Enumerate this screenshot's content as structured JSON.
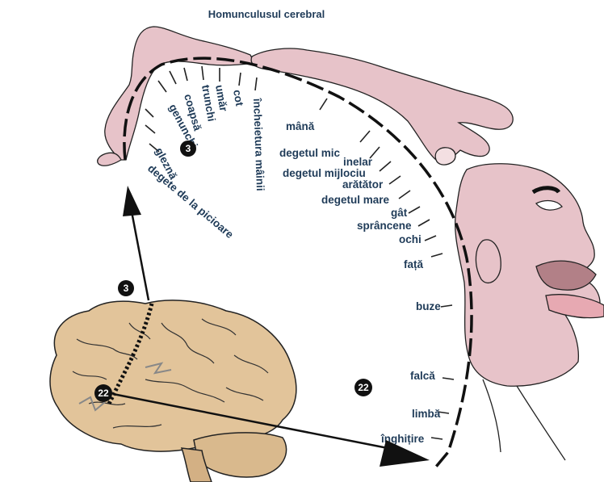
{
  "title": "Homunculusul cerebral",
  "labels": {
    "degete_picioare": "degete de la picioare",
    "glezna": "gleznă",
    "genunchi": "genunchi",
    "coapsa": "coapsă",
    "trunchi": "trunchi",
    "umar": "umăr",
    "cot": "cot",
    "incheietura": "încheietura mâinii",
    "mana": "mână",
    "degetul_mic": "degetul mic",
    "inelar": "inelar",
    "degetul_mijlociu": "degetul mijlociu",
    "aratator": "arătător",
    "degetul_mare": "degetul mare",
    "gat": "gât",
    "sprancene": "sprâncene",
    "ochi": "ochi",
    "fata": "față",
    "buze": "buze",
    "falca": "falcă",
    "limba": "limbă",
    "inghitire": "înghițire"
  },
  "markers": {
    "area3_a": "3",
    "area3_b": "3",
    "area22_a": "22",
    "area22_b": "22"
  },
  "colors": {
    "label": "#1f3b58",
    "body_pink": "#e7c3c9",
    "brain_tan": "#e2c49a",
    "outline": "#111111"
  }
}
